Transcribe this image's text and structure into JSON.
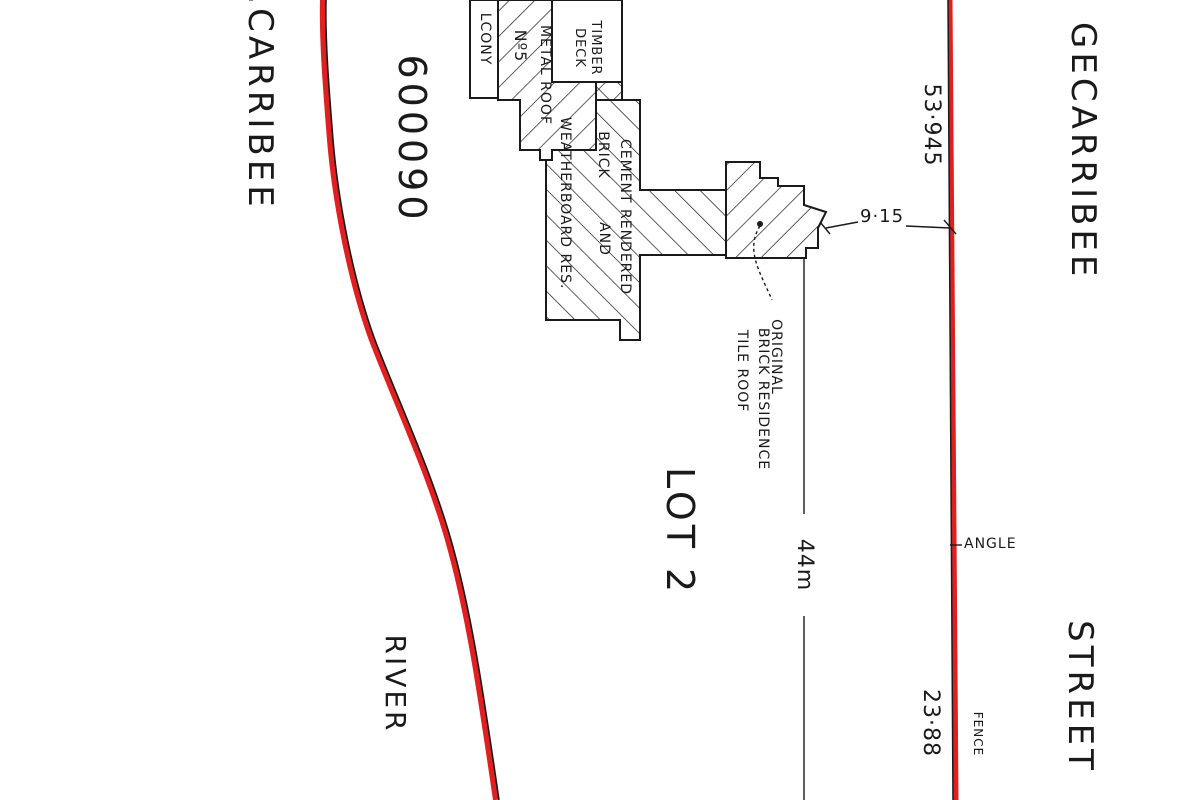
{
  "labels": {
    "street_top": "GECARRIBEE",
    "street": "STREET",
    "river_name_left": ".CARRIBEE",
    "river": "RIVER",
    "dp_number": "600090",
    "lot": "LOT 2",
    "timber_deck": "TIMBER DECK",
    "balcony": "LCONY",
    "metal_roof": "METAL ROOF",
    "house_no": "Nº5",
    "cement_rendered": "CEMENT RENDERED",
    "brick": "BRICK",
    "and": "AND",
    "weatherboard": "WEATHERBOARD RES.",
    "original": "ORIGINAL",
    "brick_residence": "BRICK RESIDENCE",
    "tile_roof": "TILE ROOF",
    "angle": "ANGLE",
    "fence": "FENCE"
  },
  "dimensions": {
    "boundary_top": "53·945",
    "boundary_bottom": "23·88",
    "setback": "9·15",
    "depth": "44m"
  },
  "colors": {
    "boundary_red": "#e02020",
    "ink": "#1a1a1a"
  }
}
